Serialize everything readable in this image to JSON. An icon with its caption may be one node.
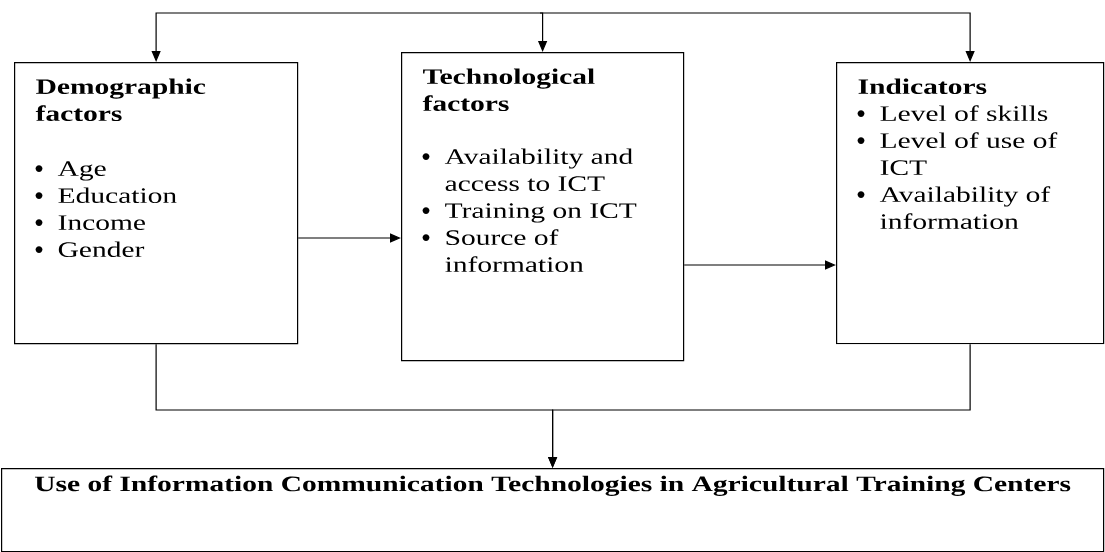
{
  "diagram": {
    "nodes": [
      {
        "text": [
          "Demographic factors",
          "Age",
          "Education",
          "Income",
          "Gender"
        ]
      },
      {
        "text": [
          "Technological factors",
          "Availability and access to ICT",
          "Training on ICT",
          "Source of information"
        ]
      },
      {
        "text": [
          "Indicators",
          "Level of skills",
          "Level of use of ICT",
          "Availability of information"
        ]
      },
      {
        "text": [
          "Use of Information Communication Technologies in Agricultural Training Centers"
        ]
      }
    ],
    "edges": [
      {
        "from": null,
        "to": 0,
        "arrow": "to"
      },
      {
        "from": null,
        "to": 1,
        "arrow": "to"
      },
      {
        "from": null,
        "to": 2,
        "arrow": "to"
      },
      {
        "from": 0,
        "to": 1,
        "arrow": "to"
      },
      {
        "from": 1,
        "to": 2,
        "arrow": "to"
      },
      {
        "from": 0,
        "to": 3,
        "arrow": "to"
      },
      {
        "from": 2,
        "to": 3,
        "arrow": "to"
      }
    ]
  }
}
